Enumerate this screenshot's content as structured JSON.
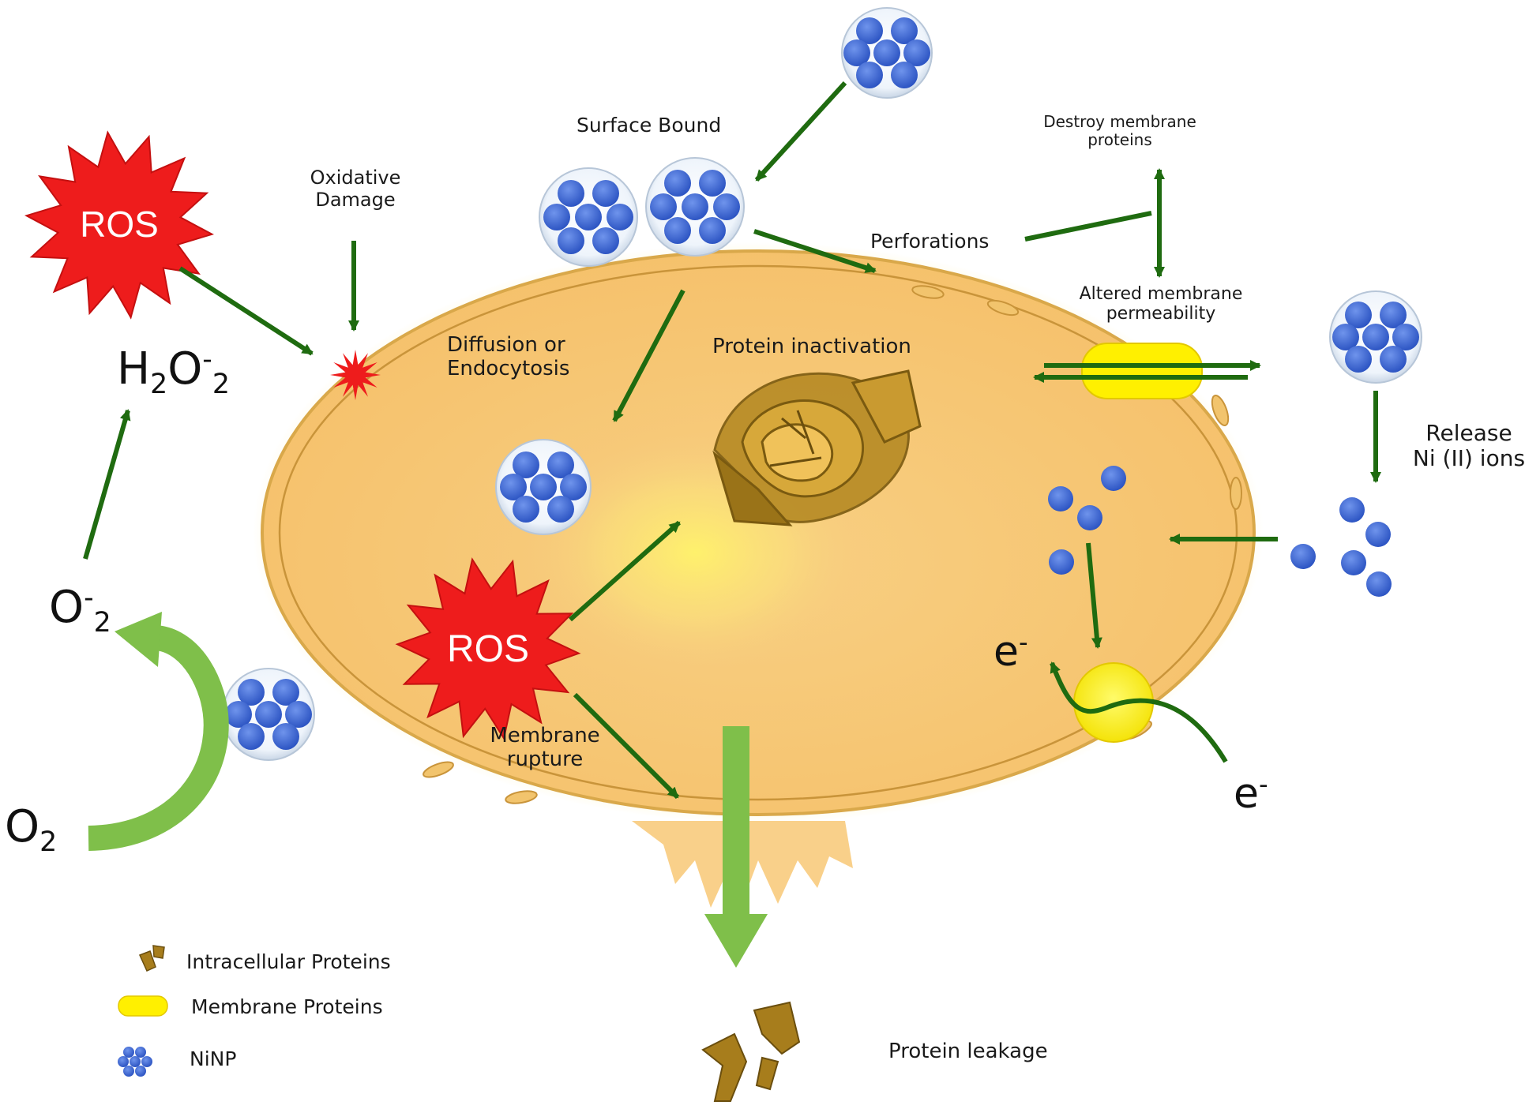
{
  "labels": {
    "surface_bound": "Surface Bound",
    "oxidative_damage_1": "Oxidative",
    "oxidative_damage_2": "Damage",
    "destroy_membrane_1": "Destroy membrane",
    "destroy_membrane_2": "proteins",
    "perforations": "Perforations",
    "altered_membrane_1": "Altered membrane",
    "altered_membrane_2": "permeability",
    "diffusion_1": "Diffusion or",
    "diffusion_2": "Endocytosis",
    "protein_inactivation": "Protein inactivation",
    "release_1": "Release",
    "release_2": "Ni (II) ions",
    "membrane_rupture_1": "Membrane",
    "membrane_rupture_2": "rupture",
    "protein_leakage": "Protein leakage",
    "ros_top": "ROS",
    "ros_center": "ROS"
  },
  "chemistry": {
    "h2o2_a": "H",
    "h2o2_sub1": "2",
    "h2o2_b": "O",
    "h2o2_sub2": "2",
    "h2o2_sup": "-",
    "superoxide_a": "O",
    "superoxide_sub": "2",
    "superoxide_sup": "-",
    "oxygen_a": "O",
    "oxygen_sub": "2",
    "electron_a": "e",
    "electron_sup": "-"
  },
  "legend": {
    "items": [
      {
        "icon": "intracellular-protein-icon",
        "label": "Intracellular Proteins"
      },
      {
        "icon": "membrane-protein-icon",
        "label": "Membrane Proteins"
      },
      {
        "icon": "ninp-icon",
        "label": "NiNP"
      }
    ]
  },
  "colors": {
    "cell_fill": "#f6c878",
    "cell_border": "#d9a84a",
    "cell_glow": "#fbe99a",
    "arrow_dark": "#1f6b10",
    "arrow_light": "#7fbf4a",
    "ros_red": "#ee1c1c",
    "nanoparticle_blue": "#3a66d0",
    "membrane_protein_yellow": "#fff000",
    "protein_gold": "#a77d1c"
  }
}
